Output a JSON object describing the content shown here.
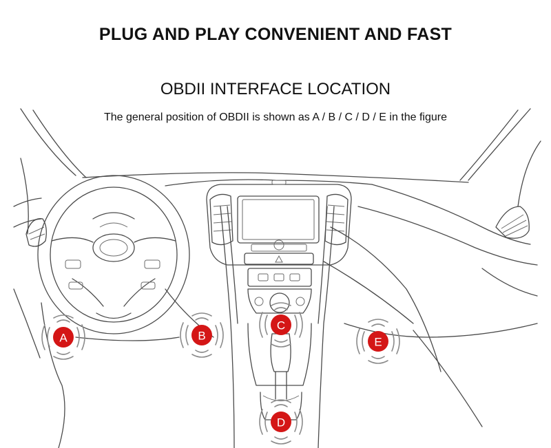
{
  "header": {
    "headline": "PLUG AND PLAY CONVENIENT AND FAST",
    "subtitle": "OBDII INTERFACE LOCATION",
    "caption": "The general position of OBDII is shown as A / B / C / D / E in the figure"
  },
  "markers": [
    {
      "id": "A",
      "label": "A"
    },
    {
      "id": "B",
      "label": "B"
    },
    {
      "id": "C",
      "label": "C"
    },
    {
      "id": "D",
      "label": "D"
    },
    {
      "id": "E",
      "label": "E"
    }
  ],
  "colors": {
    "marker_fill": "#d41616",
    "marker_text": "#ffffff",
    "line_art": "#4a4a4a",
    "background": "#ffffff"
  }
}
